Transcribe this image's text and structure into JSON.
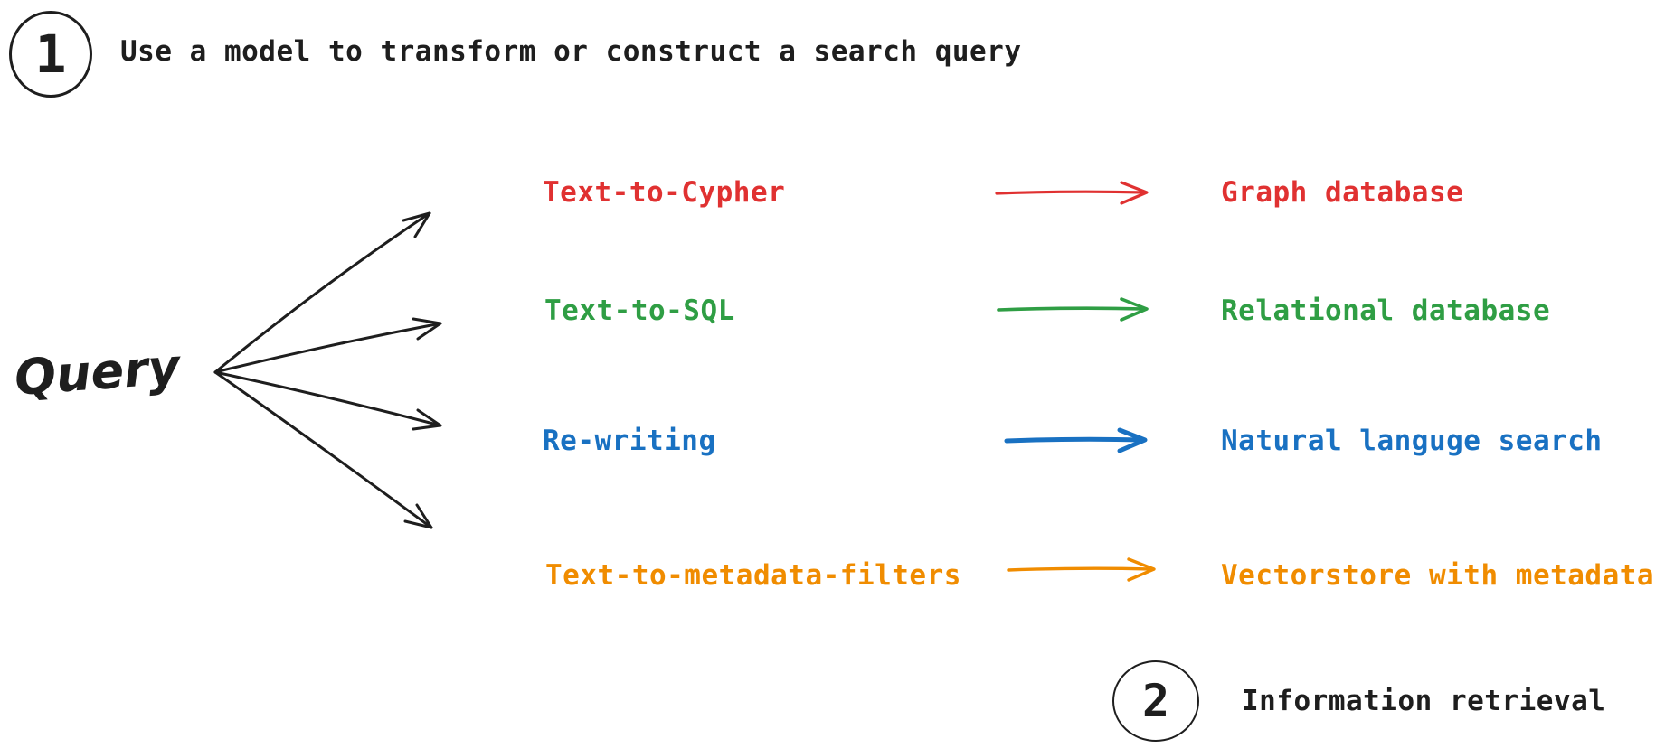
{
  "colors": {
    "background": "#ffffff",
    "ink": "#1e1e1e",
    "red": "#e03131",
    "green": "#2f9e44",
    "blue": "#1971c2",
    "orange": "#f08c00"
  },
  "steps": {
    "step1": {
      "number": "1",
      "label": "Use a model to transform or construct a search query"
    },
    "step2": {
      "number": "2",
      "label": "Information retrieval"
    }
  },
  "query_node": {
    "label": "Query"
  },
  "rows": [
    {
      "method": "Text-to-Cypher",
      "target": "Graph database",
      "color": "#e03131"
    },
    {
      "method": "Text-to-SQL",
      "target": "Relational database",
      "color": "#2f9e44"
    },
    {
      "method": "Re-writing",
      "target": "Natural languge search",
      "color": "#1971c2"
    },
    {
      "method": "Text-to-metadata-filters",
      "target": "Vectorstore with metadata",
      "color": "#f08c00"
    }
  ]
}
